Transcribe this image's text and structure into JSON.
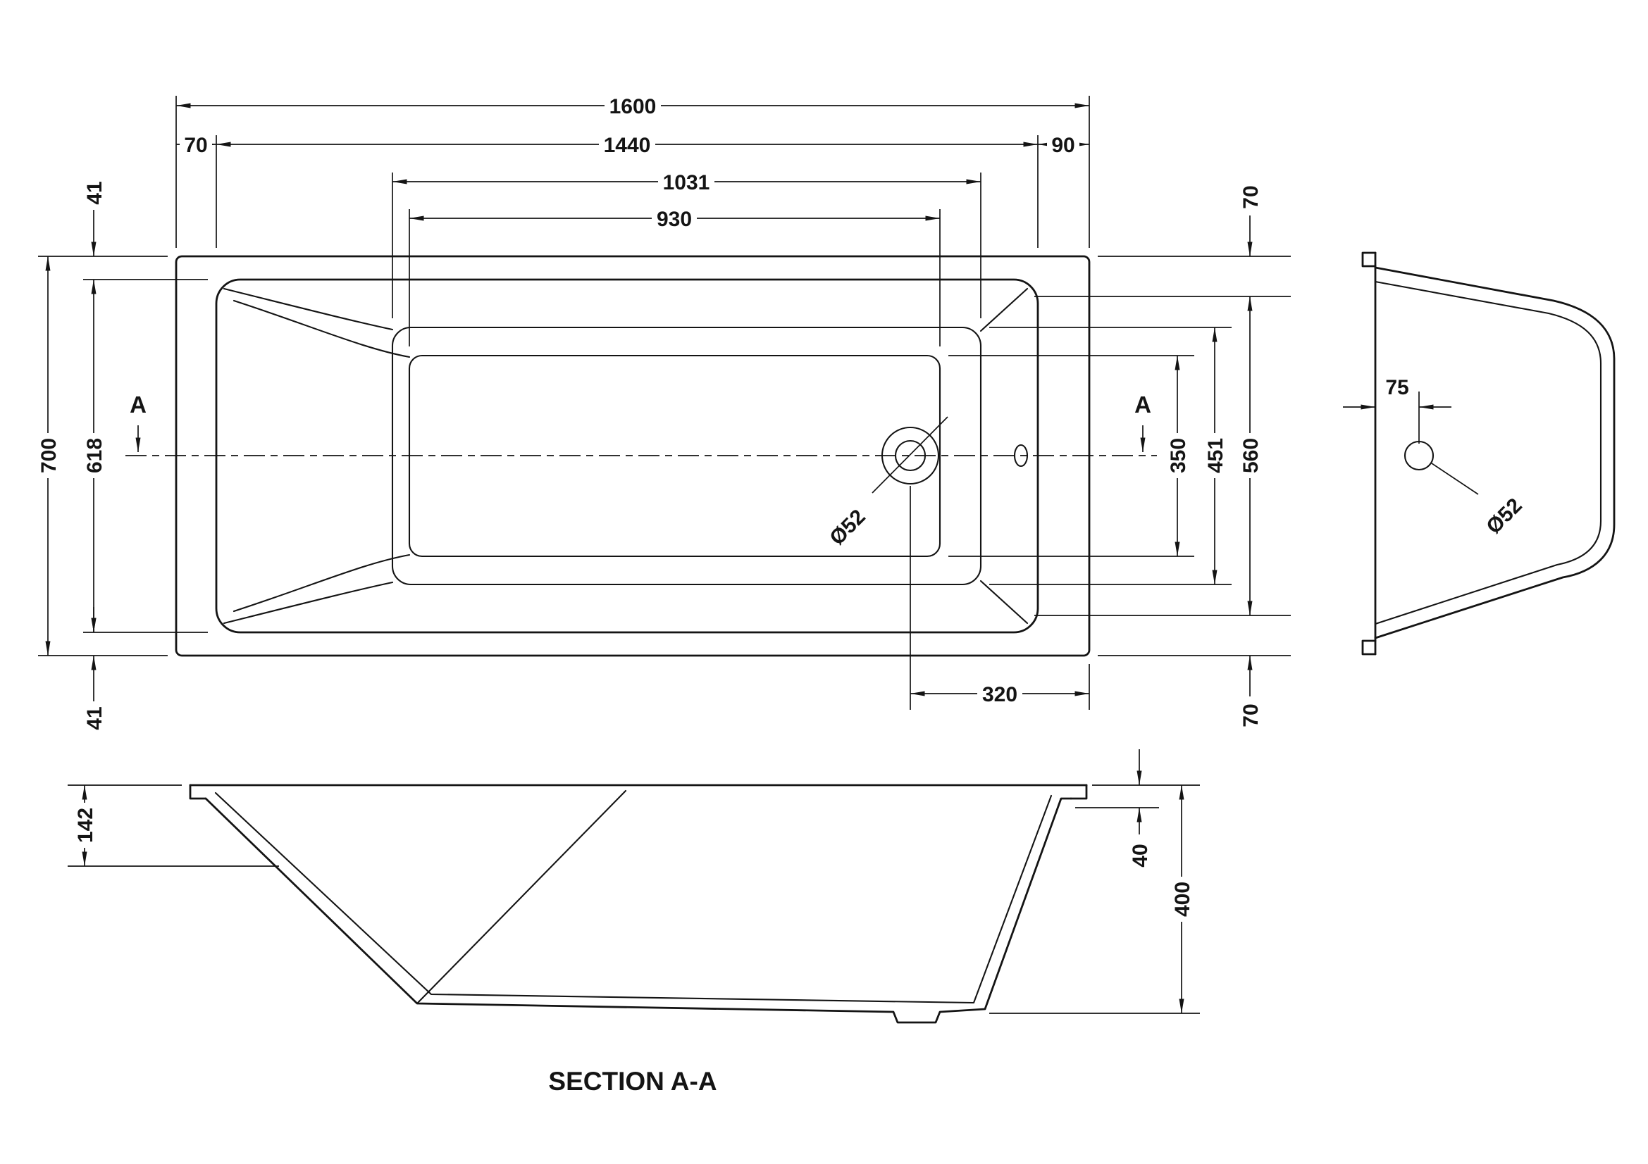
{
  "plan": {
    "marker_left": "A",
    "marker_right": "A",
    "dim_overall_length": "1600",
    "dim_rim_left": "70",
    "dim_opening_length": "1440",
    "dim_rim_right": "90",
    "dim_inner_length": "1031",
    "dim_base_length": "930",
    "dim_rim_top": "41",
    "dim_overall_width": "700",
    "dim_opening_width": "618",
    "dim_rim_bottom": "41",
    "dim_right_rim_top": "70",
    "dim_right_opening_width": "560",
    "dim_inner_width": "451",
    "dim_base_width": "350",
    "dim_right_rim_bottom": "70",
    "dim_drain_diameter": "Ø52",
    "dim_drain_offset": "320"
  },
  "end_view": {
    "dim_drain_from_rim": "75",
    "dim_drain_diameter": "Ø52"
  },
  "section": {
    "dim_front_depth": "142",
    "dim_rim_depth": "40",
    "dim_overall_depth": "400",
    "title": "SECTION A-A"
  }
}
